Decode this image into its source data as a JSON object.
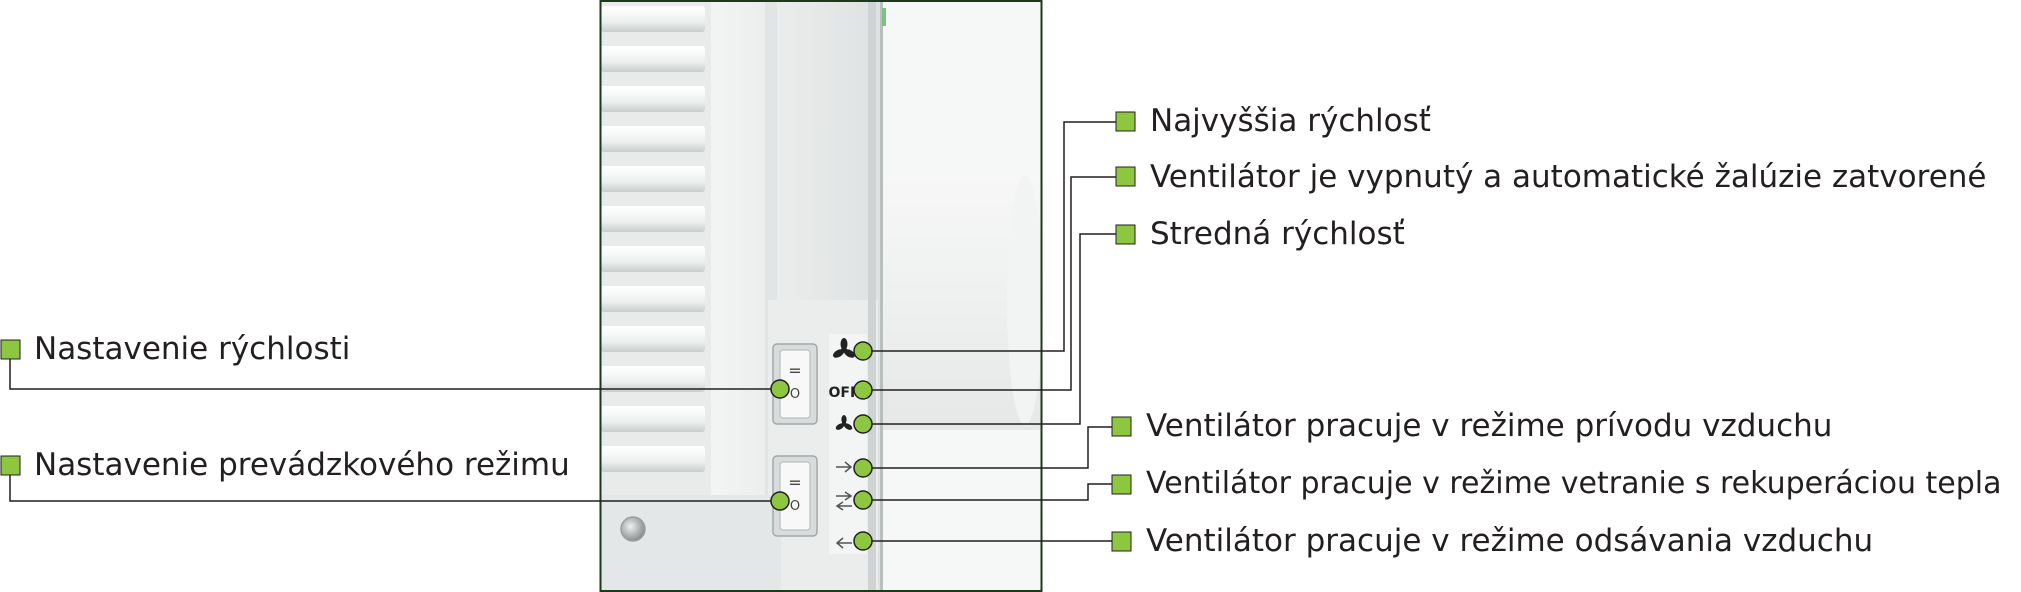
{
  "labels": {
    "max_speed": "Najvyššia rýchlosť",
    "off": "Ventilátor je vypnutý a automatické žalúzie zatvorené",
    "mid_speed": "Stredná rýchlosť",
    "supply": "Ventilátor pracuje v režime prívodu vzduchu",
    "recovery": "Ventilátor pracuje v režime vetranie s rekuperáciou tepla",
    "exhaust": "Ventilátor pracuje v režime odsávania vzduchu",
    "speed_setting": "Nastavenie rýchlosti",
    "mode_setting": "Nastavenie prevádzkového režimu"
  },
  "panel": {
    "off_symbol": "OFF",
    "switch_on_mark": "=",
    "switch_off_mark": "O"
  },
  "colors": {
    "marker": "#8dc63f",
    "line": "#231f20",
    "frame": "#1b3a1b",
    "housing": "#e8eaea",
    "text": "#231f20"
  },
  "icons": [
    "fan-icon",
    "fan-small-icon",
    "arrow-supply-icon",
    "arrow-recovery-icon",
    "arrow-exhaust-icon"
  ]
}
